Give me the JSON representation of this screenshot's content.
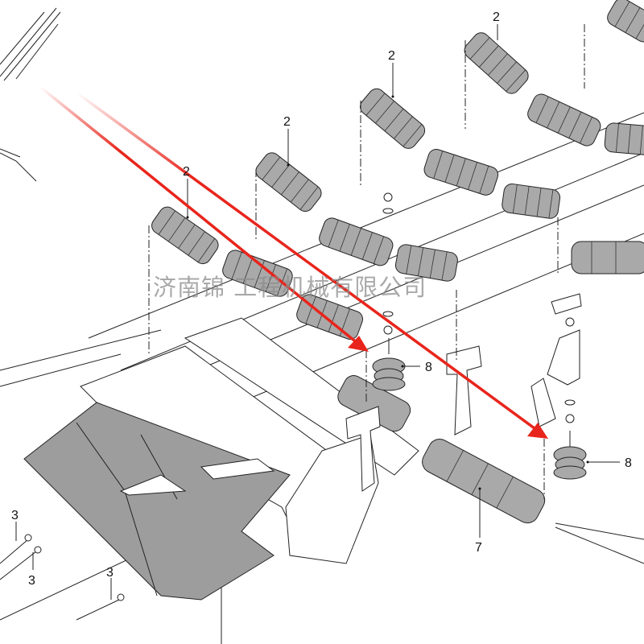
{
  "diagram": {
    "watermark": "济南锦 工程机械有限公司",
    "callouts": [
      {
        "id": "2a",
        "label": "2"
      },
      {
        "id": "2b",
        "label": "2"
      },
      {
        "id": "2c",
        "label": "2"
      },
      {
        "id": "2d",
        "label": "2"
      },
      {
        "id": "3a",
        "label": "3"
      },
      {
        "id": "3b",
        "label": "3"
      },
      {
        "id": "3c",
        "label": "3"
      },
      {
        "id": "7",
        "label": "7"
      },
      {
        "id": "8a",
        "label": "8"
      },
      {
        "id": "8b",
        "label": "8"
      }
    ],
    "parts": {
      "impact_idler": "2",
      "bolt": "3",
      "return_roller": "7",
      "rubber_buffer": "8"
    },
    "annotation_color": "#e8251c"
  }
}
